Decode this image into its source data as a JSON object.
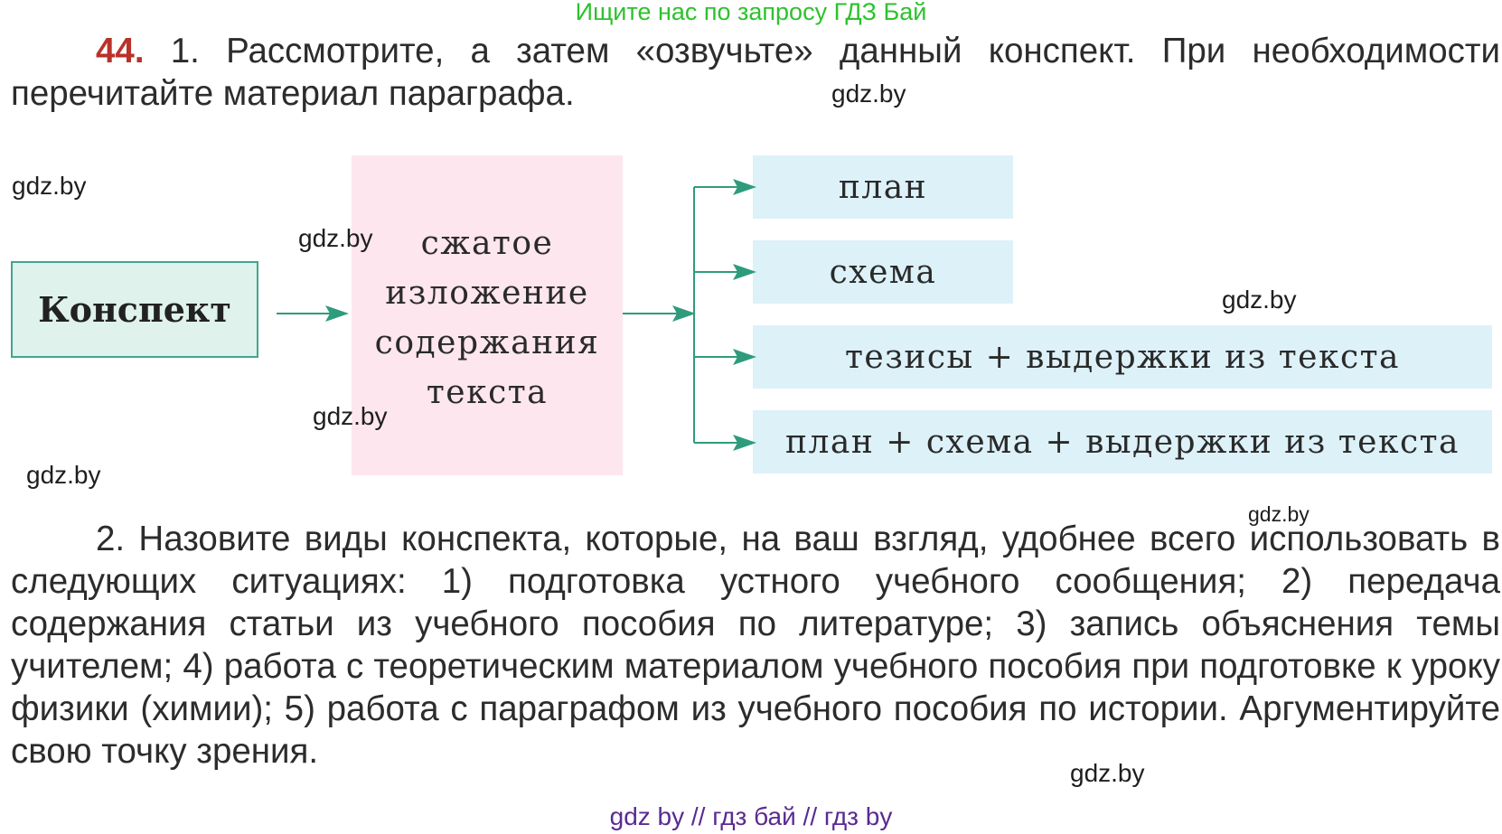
{
  "banner": "Ищите нас по запросу ГДЗ Бай",
  "exercise": {
    "number": "44.",
    "task1": " 1. Рассмотрите, а затем «озвучьте» данный конспект. При необходимости перечитайте материал параграфа.",
    "task2": "2. Назовите виды конспекта, которые, на ваш взгляд, удобнее всего использовать в следующих ситуациях: 1) подготовка устного учебного сообщения; 2) передача содержания статьи из учебного пособия по литературе; 3) запись объяснения темы учителем; 4) работа с теоретическим материалом учебного пособия при подготовке к уроку физики (химии); 5) работа с параграфом из учебного пособия по истории. Аргументируйте свою точку зрения."
  },
  "diagram": {
    "root": "Конспект",
    "definition": "сжатое\nизложение\nсодержания\nтекста",
    "types": [
      "план",
      "схема",
      "тезисы + выдержки из текста",
      "план + схема + выдержки из текста"
    ],
    "colors": {
      "root_fill": "#dff2ec",
      "root_border": "#43a58d",
      "definition_fill": "#fde6ee",
      "types_fill": "#ddf1f9",
      "arrows": "#2e9c7c"
    }
  },
  "watermark": "gdz.by",
  "footer": "gdz by  //  гдз бай  //  гдз by"
}
